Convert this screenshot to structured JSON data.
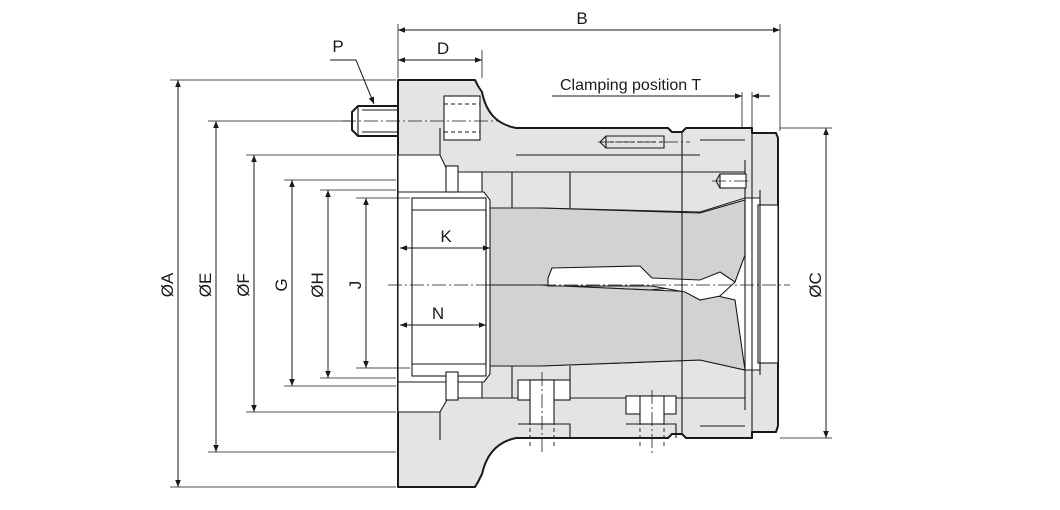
{
  "labels": {
    "A": "ØA",
    "B": "B",
    "C": "ØC",
    "D": "D",
    "E": "ØE",
    "F": "ØF",
    "G": "G",
    "H": "ØH",
    "J": "J",
    "K": "K",
    "N": "N",
    "P": "P",
    "T": "Clamping position T"
  }
}
